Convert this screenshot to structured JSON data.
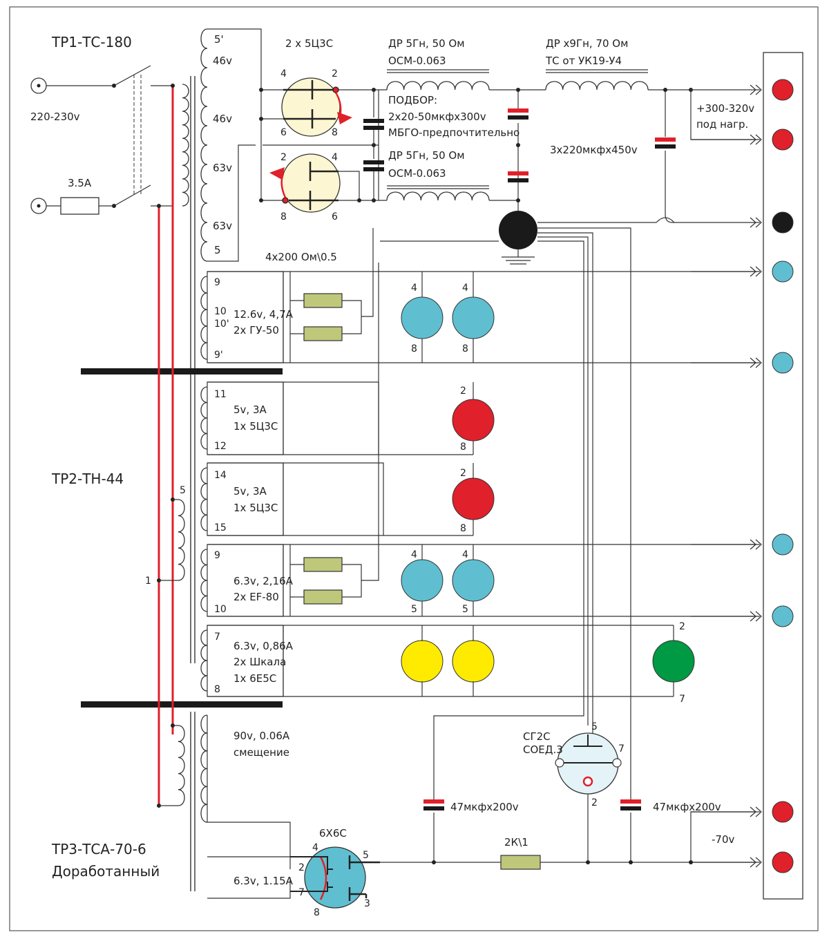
{
  "transformers": {
    "tr1": "ТР1-ТС-180",
    "tr2": "ТР2-ТН-44",
    "tr3": "ТР3-ТСА-70-6",
    "tr3_note": "Доработанный"
  },
  "mains": {
    "voltage": "220-230v",
    "fuse": "3.5A"
  },
  "tr1_winding": {
    "t5p": "5'",
    "v46a": "46v",
    "v46b": "46v",
    "v63a": "63v",
    "v63b": "63v",
    "t5": "5"
  },
  "rectifier": {
    "title": "2 x 5Ц3С",
    "pins_top": [
      "4",
      "2",
      "6",
      "8"
    ],
    "pins_bottom": [
      "2",
      "4",
      "8",
      "6"
    ]
  },
  "chokes": {
    "choke1_a": "ДР 5Гн, 50 Ом",
    "choke1_b": "ОСМ-0.063",
    "choke2_a": "ДР 5Гн, 50 Ом",
    "choke2_b": "ОСМ-0.063",
    "choke3_a": "ДР х9Гн, 70 Ом",
    "choke3_b": "ТС от УК19-У4"
  },
  "caps": {
    "sel_1": "ПОДБОР:",
    "sel_2": "2х20-50мкфх300v",
    "sel_3": "МБГО-предпочтительно",
    "main": "3х220мкфх450v",
    "bias1": "47мкфх200v",
    "bias2": "47мкфх200v"
  },
  "outputs": {
    "hv_1": "+300-320v",
    "hv_2": "под нагр.",
    "neg": "-70v"
  },
  "resistors": {
    "hum": "4х200 Ом\\0.5",
    "bias": "2К\\1"
  },
  "windings": {
    "gu50_v": "12.6v, 4,7A",
    "gu50_t": "2х ГУ-50",
    "gu50_pins": [
      "9",
      "10",
      "10'",
      "9'"
    ],
    "k1_v": "5v, 3A",
    "k1_t": "1х 5Ц3С",
    "k1_pins": [
      "11",
      "12"
    ],
    "k2_v": "5v, 3A",
    "k2_t": "1х 5Ц3С",
    "k2_pins": [
      "14",
      "15"
    ],
    "ef80_v": "6.3v, 2,16A",
    "ef80_t": "2х EF-80",
    "ef80_pins": [
      "9",
      "10"
    ],
    "sc_v": "6.3v, 0,86A",
    "sc_t1": "2х Шкала",
    "sc_t2": "1х 6Е5С",
    "sc_pins": [
      "7",
      "8"
    ],
    "tr2_prim": [
      "5",
      "1"
    ],
    "bias_v": "90v, 0.06A",
    "bias_t": "смещение",
    "fil_v": "6.3v, 1.15A"
  },
  "lamp_pins": {
    "gu_top": [
      "4",
      "4"
    ],
    "gu_bot": [
      "8",
      "8"
    ],
    "k1": [
      "2",
      "8"
    ],
    "k2": [
      "2",
      "8"
    ],
    "ef_top": [
      "4",
      "4"
    ],
    "ef_bot": [
      "5",
      "5"
    ],
    "e6": [
      "2",
      "7"
    ]
  },
  "stab": {
    "name1": "СГ2С",
    "name2": "СОЕД.3",
    "pins": [
      "5",
      "7",
      "2"
    ]
  },
  "diode": {
    "name": "6Х6С",
    "pins": [
      "4",
      "2",
      "7",
      "8",
      "5",
      "3"
    ]
  },
  "colors": {
    "cyan": "#5fbfd1",
    "red": "#e0202a",
    "yellow": "#ffeb00",
    "green": "#009944",
    "cream": "#fdf6d2",
    "resistor": "#bfc77b",
    "pale": "#e3f3f7",
    "black": "#1a1a1a"
  }
}
